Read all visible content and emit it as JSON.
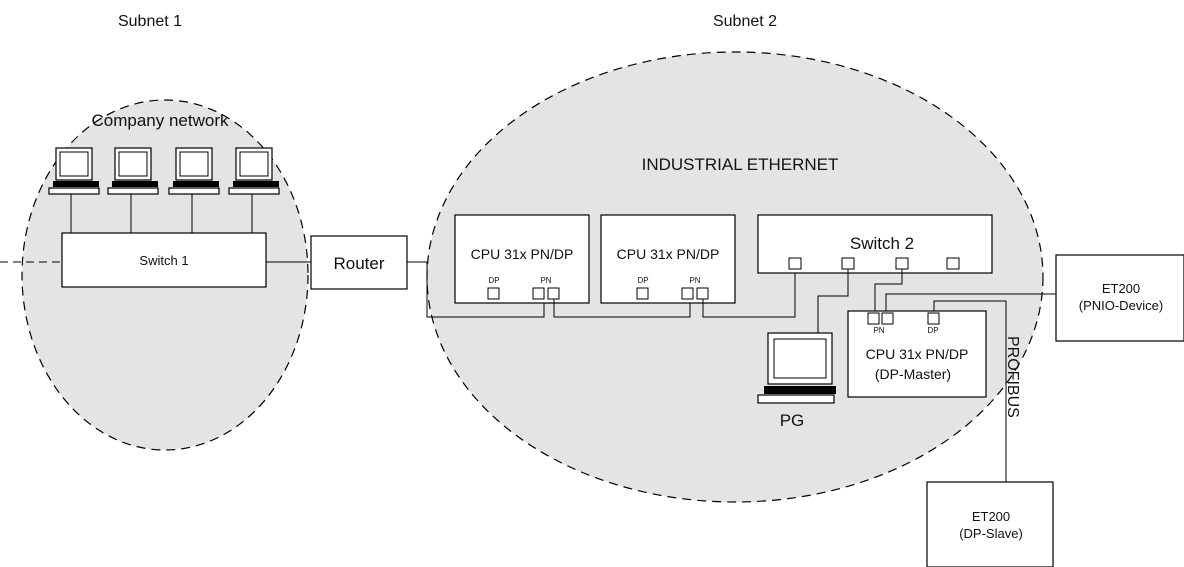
{
  "subnets": {
    "subnet1": "Subnet 1",
    "subnet2": "Subnet 2"
  },
  "networks": {
    "company": "Company network",
    "industrial": "INDUSTRIAL ETHERNET"
  },
  "devices": {
    "switch1": "Switch 1",
    "router": "Router",
    "cpu_a": "CPU 31x PN/DP",
    "cpu_b": "CPU 31x PN/DP",
    "switch2": "Switch 2",
    "cpu_master_line1": "CPU 31x PN/DP",
    "cpu_master_line2": "(DP-Master)",
    "pg": "PG",
    "et200_device_line1": "ET200",
    "et200_device_line2": "(PNIO-Device)",
    "et200_slave_line1": "ET200",
    "et200_slave_line2": "(DP-Slave)"
  },
  "ports": {
    "dp": "DP",
    "pn": "PN"
  },
  "bus": {
    "profibus": "PROFIBUS"
  },
  "colors": {
    "cloud_fill": "#e4e4e4",
    "stroke": "#000000",
    "background": "#ffffff"
  },
  "icons": {
    "computer": "desktop-computer-icon",
    "port": "port-square-icon"
  }
}
